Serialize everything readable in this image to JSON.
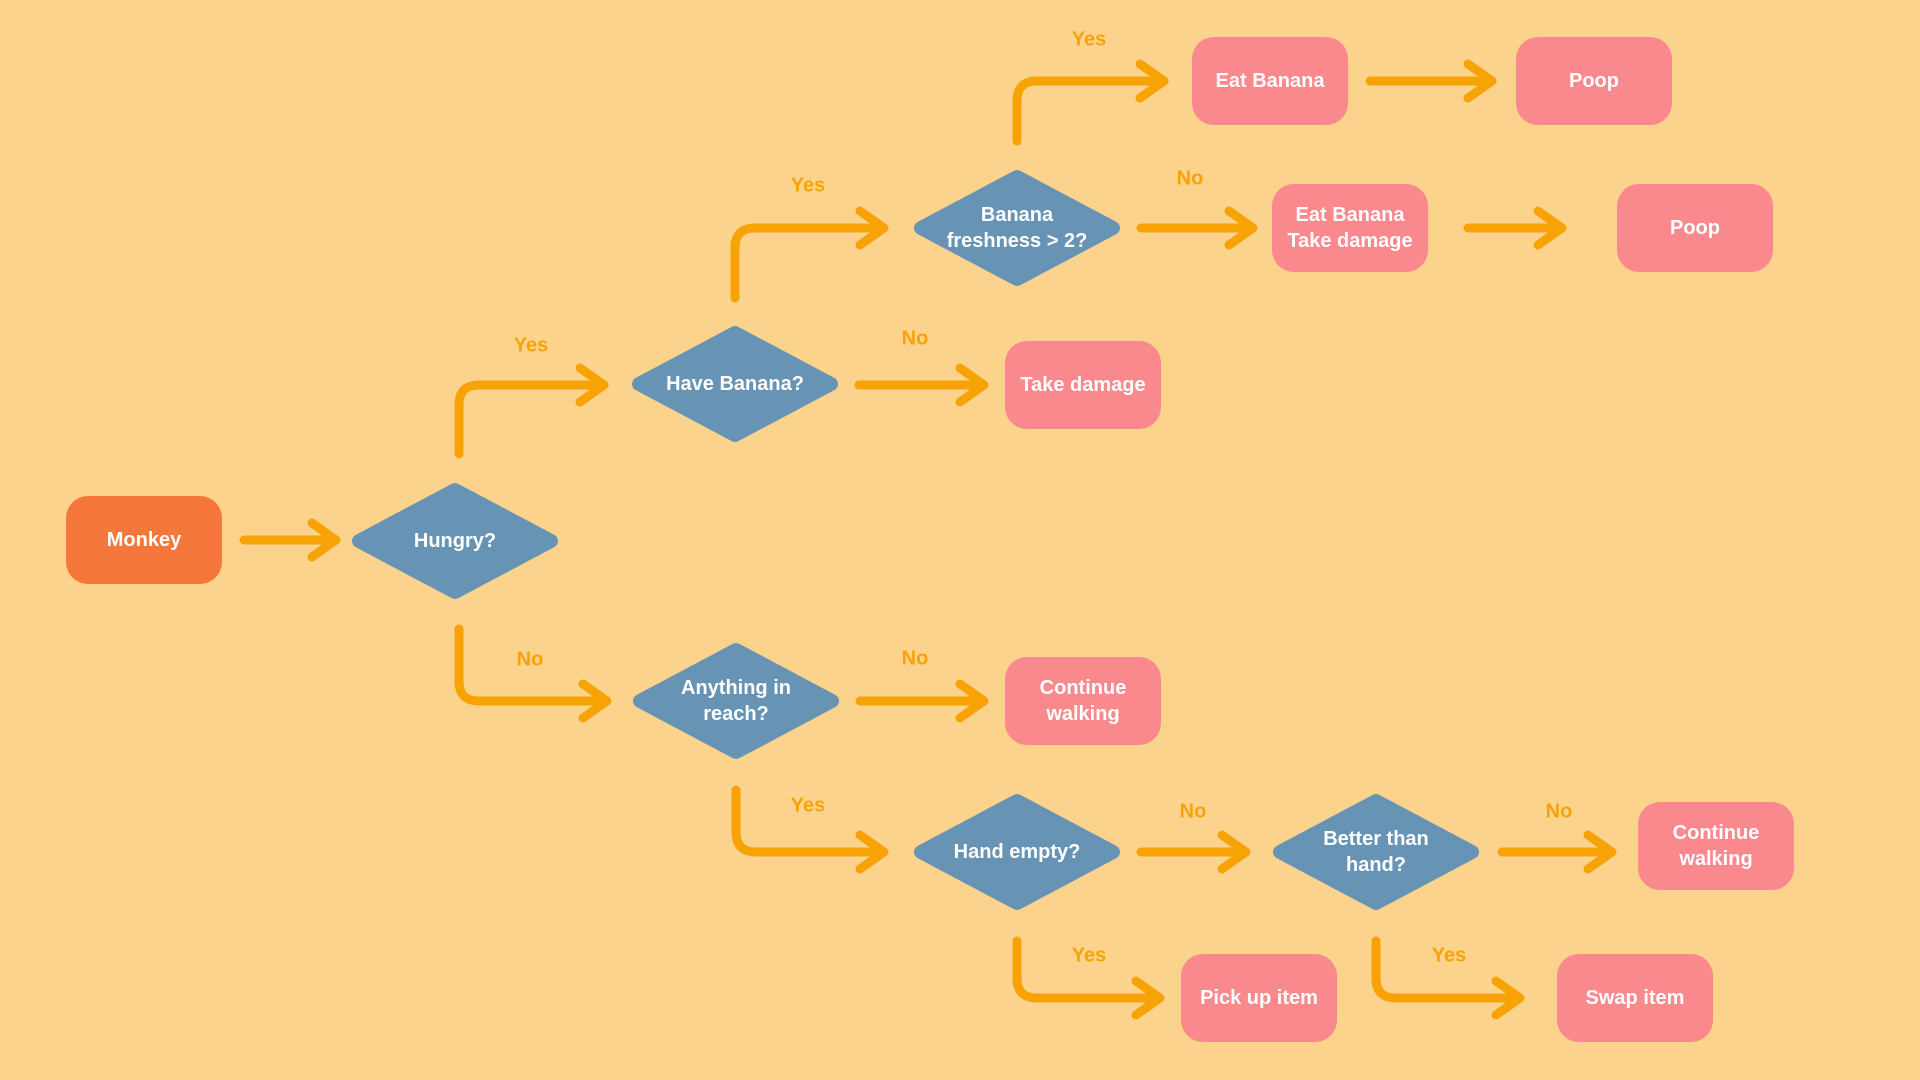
{
  "colors": {
    "background": "#FBD38D",
    "decision_fill": "#6793B4",
    "action_fill": "#F9898D",
    "start_fill": "#F5773C",
    "arrow": "#F7A306",
    "node_text": "#FFFFFF"
  },
  "nodes": {
    "monkey": {
      "label": "Monkey",
      "type": "start"
    },
    "hungry": {
      "label": "Hungry?",
      "type": "decision"
    },
    "have_banana": {
      "label": "Have Banana?",
      "type": "decision"
    },
    "banana_freshness": {
      "label": "Banana\nfreshness > 2?",
      "type": "decision"
    },
    "eat_banana": {
      "label": "Eat Banana",
      "type": "action"
    },
    "poop_top": {
      "label": "Poop",
      "type": "action"
    },
    "eat_banana_take_damage": {
      "label": "Eat Banana\nTake damage",
      "type": "action"
    },
    "poop_mid": {
      "label": "Poop",
      "type": "action"
    },
    "take_damage": {
      "label": "Take damage",
      "type": "action"
    },
    "anything_in_reach": {
      "label": "Anything in\nreach?",
      "type": "decision"
    },
    "continue_walking_mid": {
      "label": "Continue\nwalking",
      "type": "action"
    },
    "hand_empty": {
      "label": "Hand empty?",
      "type": "decision"
    },
    "pick_up_item": {
      "label": "Pick up item",
      "type": "action"
    },
    "better_than_hand": {
      "label": "Better than\nhand?",
      "type": "decision"
    },
    "continue_walking_bottom": {
      "label": "Continue\nwalking",
      "type": "action"
    },
    "swap_item": {
      "label": "Swap item",
      "type": "action"
    }
  },
  "edge_labels": {
    "hungry_yes": "Yes",
    "hungry_no": "No",
    "have_banana_yes": "Yes",
    "have_banana_no": "No",
    "freshness_yes": "Yes",
    "freshness_no": "No",
    "anything_yes": "Yes",
    "anything_no": "No",
    "hand_empty_yes": "Yes",
    "hand_empty_no": "No",
    "better_yes": "Yes",
    "better_no": "No"
  }
}
